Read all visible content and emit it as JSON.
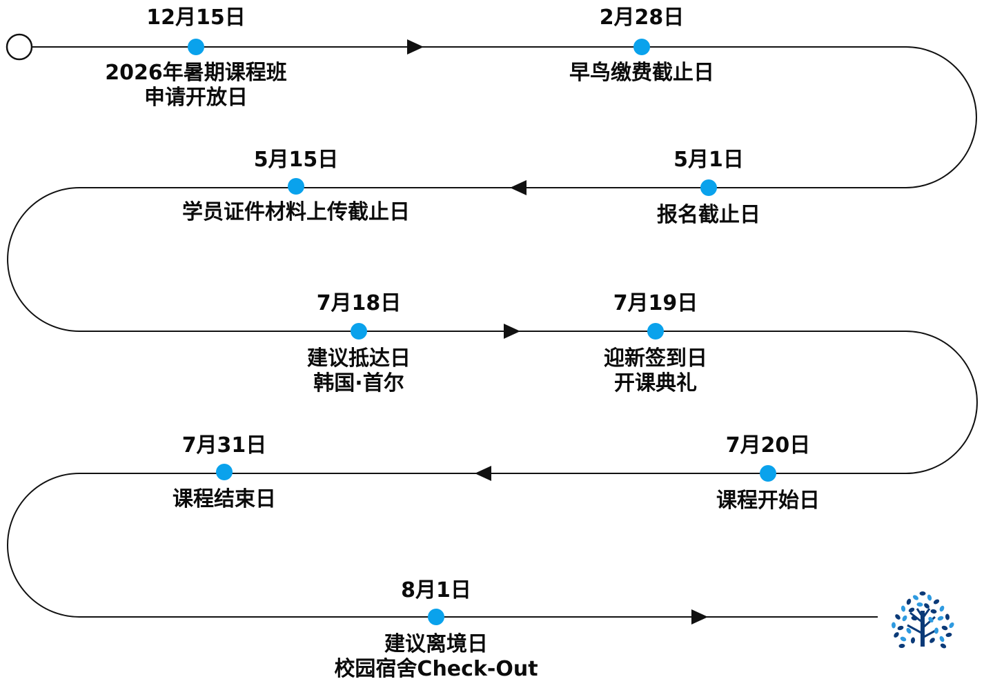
{
  "milestones": [
    {
      "date": "12月15日",
      "lines": [
        "2026年暑期课程班",
        "申请开放日"
      ]
    },
    {
      "date": "2月28日",
      "lines": [
        "早鸟缴费截止日"
      ]
    },
    {
      "date": "5月1日",
      "lines": [
        "报名截止日"
      ]
    },
    {
      "date": "5月15日",
      "lines": [
        "学员证件材料上传截止日"
      ]
    },
    {
      "date": "7月18日",
      "lines": [
        "建议抵达日",
        "韩国·首尔"
      ]
    },
    {
      "date": "7月19日",
      "lines": [
        "迎新签到日",
        "开课典礼"
      ]
    },
    {
      "date": "7月20日",
      "lines": [
        "课程开始日"
      ]
    },
    {
      "date": "7月31日",
      "lines": [
        "课程结束日"
      ]
    },
    {
      "date": "8月1日",
      "lines": [
        "建议离境日",
        "校园宿舍Check-Out"
      ]
    }
  ],
  "colors": {
    "path": "#111111",
    "dot": "#0aa2ec",
    "tree_dark": "#0b3a78",
    "tree_light": "#2e9ae0",
    "trunk": "#0b3a78"
  },
  "icons": {
    "start": "start-circle-icon",
    "end": "tree-logo-icon"
  }
}
